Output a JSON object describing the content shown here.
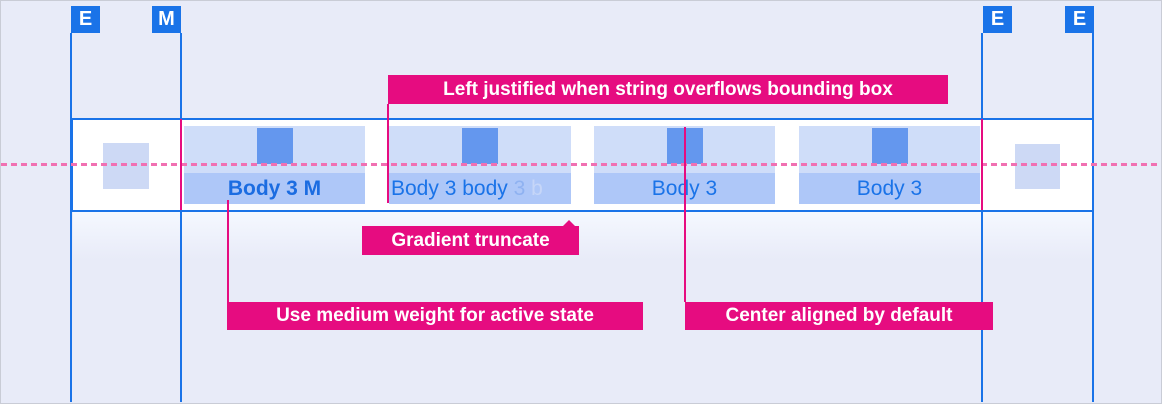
{
  "markers": [
    {
      "label": "E"
    },
    {
      "label": "M"
    },
    {
      "label": "E"
    },
    {
      "label": "E"
    }
  ],
  "tabs": [
    {
      "label": "Body 3 M",
      "state": "active-medium-weight"
    },
    {
      "segments": {
        "s1": "Body 3 body",
        "s2": " 3",
        "s3": " b"
      },
      "truncation": "gradient"
    },
    {
      "label": "Body 3"
    },
    {
      "label": "Body 3"
    }
  ],
  "annotations": {
    "left_justified": "Left justified when string overflows bounding box",
    "gradient_truncate": "Gradient truncate",
    "medium_weight": "Use medium weight for active state",
    "center_aligned": "Center aligned by default"
  },
  "colors": {
    "primary_blue": "#1a73e8",
    "tab_top_fill": "#cfddf9",
    "tab_label_fill": "#aec7f8",
    "icon_fill": "#6497ee",
    "annotation_pink": "#e60c80",
    "dashed_line_pink": "#f170b2",
    "background": "#e8ebf8"
  }
}
